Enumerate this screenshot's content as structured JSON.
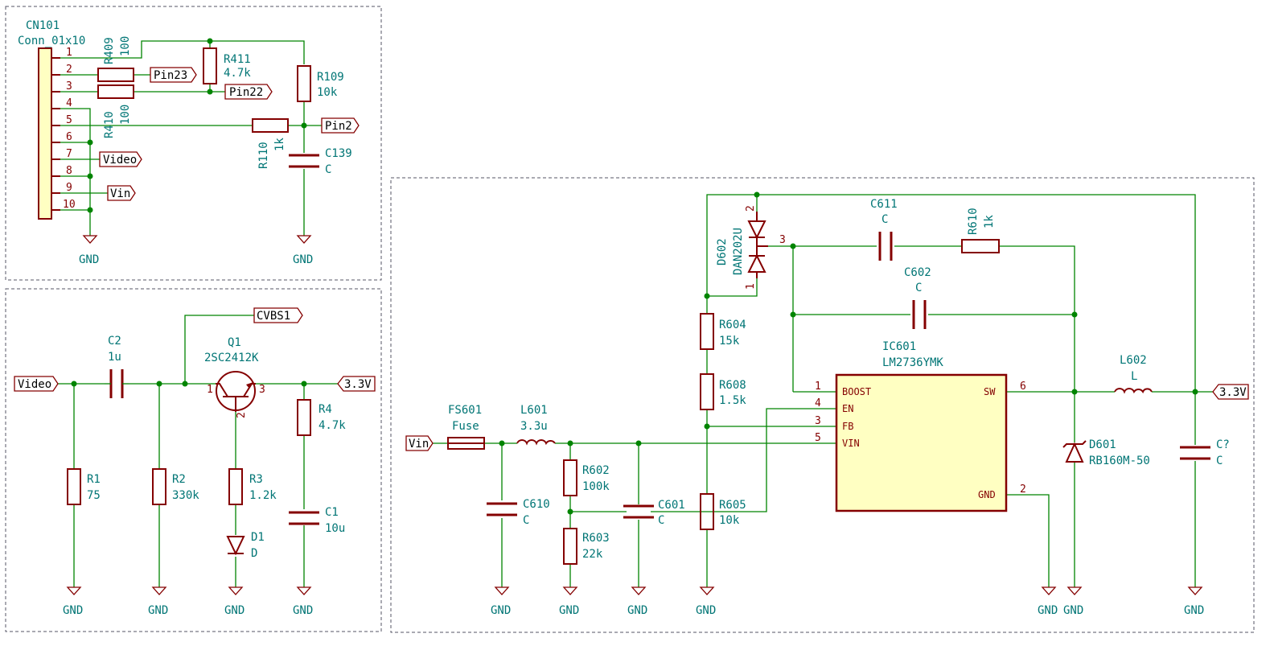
{
  "connector": {
    "ref": "CN101",
    "value": "Conn_01x10",
    "pins": [
      "1",
      "2",
      "3",
      "4",
      "5",
      "6",
      "7",
      "8",
      "9",
      "10"
    ]
  },
  "res": {
    "r409": {
      "ref": "R409",
      "value": "100"
    },
    "r410": {
      "ref": "R410",
      "value": "100"
    },
    "r411": {
      "ref": "R411",
      "value": "4.7k"
    },
    "r109": {
      "ref": "R109",
      "value": "10k"
    },
    "r110": {
      "ref": "R110",
      "value": "1k"
    },
    "r1": {
      "ref": "R1",
      "value": "75"
    },
    "r2": {
      "ref": "R2",
      "value": "330k"
    },
    "r3": {
      "ref": "R3",
      "value": "1.2k"
    },
    "r4": {
      "ref": "R4",
      "value": "4.7k"
    },
    "r602": {
      "ref": "R602",
      "value": "100k"
    },
    "r603": {
      "ref": "R603",
      "value": "22k"
    },
    "r604": {
      "ref": "R604",
      "value": "15k"
    },
    "r608": {
      "ref": "R608",
      "value": "1.5k"
    },
    "r605": {
      "ref": "R605",
      "value": "10k"
    },
    "r610": {
      "ref": "R610",
      "value": "1k"
    }
  },
  "caps": {
    "c139": {
      "ref": "C139",
      "value": "C"
    },
    "c2": {
      "ref": "C2",
      "value": "1u"
    },
    "c1": {
      "ref": "C1",
      "value": "10u"
    },
    "c610": {
      "ref": "C610",
      "value": "C"
    },
    "c601": {
      "ref": "C601",
      "value": "C"
    },
    "c611": {
      "ref": "C611",
      "value": "C"
    },
    "c602": {
      "ref": "C602",
      "value": "C"
    },
    "cq": {
      "ref": "C?",
      "value": "C"
    }
  },
  "q1": {
    "ref": "Q1",
    "value": "2SC2412K",
    "pin1": "1",
    "pin2": "2",
    "pin3": "3"
  },
  "d1": {
    "ref": "D1",
    "value": "D"
  },
  "d601": {
    "ref": "D601",
    "value": "RB160M-50"
  },
  "d602": {
    "ref": "D602",
    "value": "DAN202U",
    "pin1": "1",
    "pin2": "2",
    "pin3": "3"
  },
  "fs601": {
    "ref": "FS601",
    "value": "Fuse"
  },
  "l601": {
    "ref": "L601",
    "value": "3.3u"
  },
  "l602": {
    "ref": "L602",
    "value": "L"
  },
  "ic601": {
    "ref": "IC601",
    "value": "LM2736YMK",
    "pins": {
      "boost": "BOOST",
      "en": "EN",
      "fb": "FB",
      "vin": "VIN",
      "sw": "SW",
      "gnd": "GND"
    },
    "nums": {
      "boost": "1",
      "en": "4",
      "fb": "3",
      "vin": "5",
      "sw": "6",
      "gnd": "2"
    }
  },
  "labels": {
    "pin23": "Pin23",
    "pin22": "Pin22",
    "pin2": "Pin2",
    "video": "Video",
    "vin": "Vin",
    "cvbs1": "CVBS1",
    "v33": "3.3V"
  },
  "gnd": "GND"
}
